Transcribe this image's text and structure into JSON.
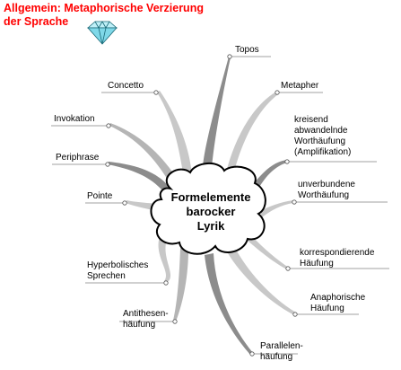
{
  "title": {
    "line1": "Allgemein: Metaphorische Verzierung",
    "line2": "der Sprache"
  },
  "icon": "diamond-icon",
  "center": {
    "line1": "Formelemente",
    "line2": "barocker",
    "line3": "Lyrik"
  },
  "branches_left": [
    {
      "lines": [
        "Concetto"
      ]
    },
    {
      "lines": [
        "Invokation"
      ]
    },
    {
      "lines": [
        "Periphrase"
      ]
    },
    {
      "lines": [
        "Pointe"
      ]
    },
    {
      "lines": [
        "Hyperbolisches",
        "Sprechen"
      ]
    },
    {
      "lines": [
        "Antithesen-",
        "häufung"
      ]
    }
  ],
  "branches_right": [
    {
      "lines": [
        "Topos"
      ]
    },
    {
      "lines": [
        "Metapher"
      ]
    },
    {
      "lines": [
        "kreisend",
        "abwandelnde",
        "Worthäufung",
        "(Amplifikation)"
      ]
    },
    {
      "lines": [
        "unverbundene",
        "Worthäufung"
      ]
    },
    {
      "lines": [
        "korrespondierende",
        "Häufung"
      ]
    },
    {
      "lines": [
        "Anaphorische",
        "Häufung"
      ]
    },
    {
      "lines": [
        "Parallelen-",
        "häufung"
      ]
    }
  ],
  "colors": {
    "title": "#ff0000",
    "branch_dark": "#8c8c8c",
    "branch_light": "#c8c8c8",
    "diamond": "#7fd8e8"
  }
}
